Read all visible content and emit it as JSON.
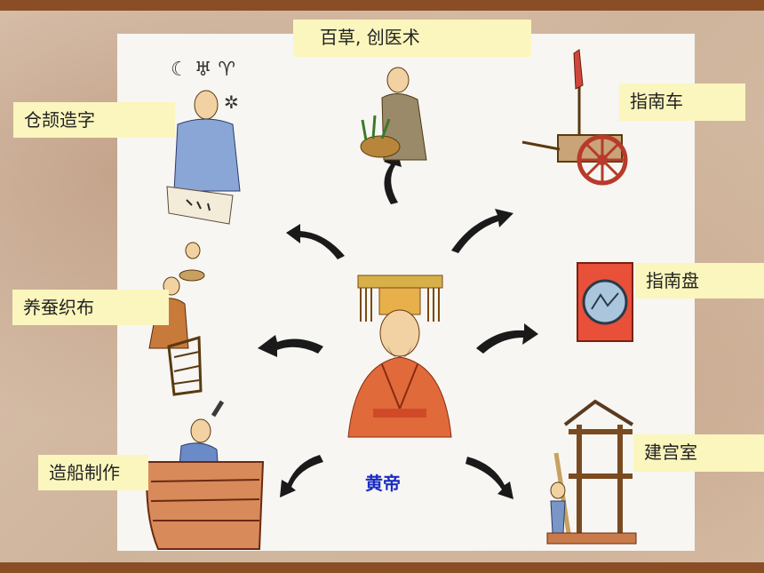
{
  "slide": {
    "center": "黄帝",
    "labels": {
      "top": "百草, 创医术",
      "left_top": "仓颉造字",
      "left_mid": "养蚕织布",
      "left_bottom": "造船制作",
      "right_top": "指南车",
      "right_mid": "指南盘",
      "right_bottom": "建宫室"
    }
  }
}
